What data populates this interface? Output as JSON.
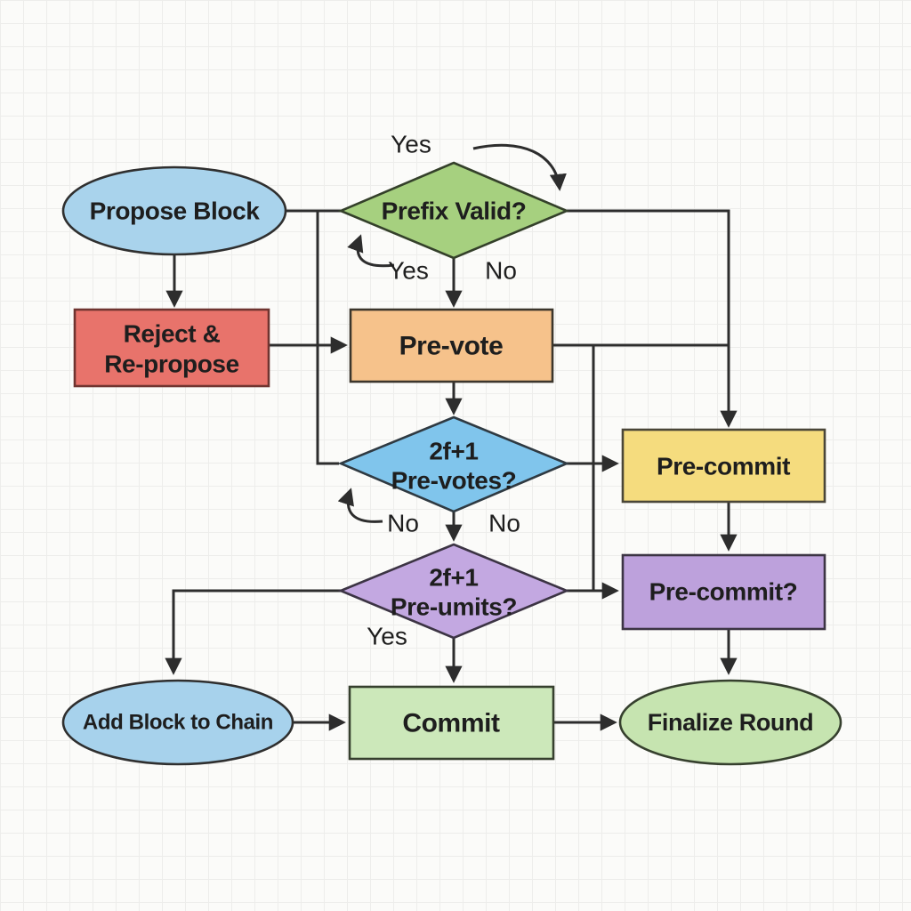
{
  "colors": {
    "line": "#2d2d2d",
    "text": "#1e1e1e",
    "background": "#fbfbf9",
    "grid": "#ededeb"
  },
  "nodes": {
    "propose_block": {
      "label": "Propose Block",
      "fill": "#a9d3ec",
      "stroke": "#2f2f2f"
    },
    "prefix_valid": {
      "label": "Prefix Valid?",
      "fill": "#a6d07f",
      "stroke": "#34402a"
    },
    "reject_repropose": {
      "lines": [
        "Reject &",
        "Re-propose"
      ],
      "fill": "#e8736b",
      "stroke": "#6f3430"
    },
    "pre_vote": {
      "label": "Pre-vote",
      "fill": "#f6c28b",
      "stroke": "#3c362c"
    },
    "prevotes_decision": {
      "lines": [
        "2f+1",
        "Pre-votes?"
      ],
      "fill": "#80c5ec",
      "stroke": "#2f3a42"
    },
    "pre_commit": {
      "label": "Pre-commit",
      "fill": "#f5dc7e",
      "stroke": "#4a4638"
    },
    "precommits_decision": {
      "lines": [
        "2f+1",
        "Pre-umits?"
      ],
      "fill": "#c3a8e1",
      "stroke": "#3c3444"
    },
    "pre_commit_check": {
      "label": "Pre-commit?",
      "fill": "#bda1dc",
      "stroke": "#3c3444"
    },
    "add_block_to_chain": {
      "label": "Add Block to Chain",
      "fill": "#a7d2ec",
      "stroke": "#2f2f2f"
    },
    "commit": {
      "label": "Commit",
      "fill": "#cce8ba",
      "stroke": "#36402e"
    },
    "finalize_round": {
      "label": "Finalize Round",
      "fill": "#c6e4b0",
      "stroke": "#36402e"
    }
  },
  "edge_labels": {
    "prefix_yes_top": "Yes",
    "prefix_yes_loop": "Yes",
    "prefix_no": "No",
    "prevotes_no_loop": "No",
    "prevotes_no": "No",
    "precommits_yes": "Yes"
  }
}
